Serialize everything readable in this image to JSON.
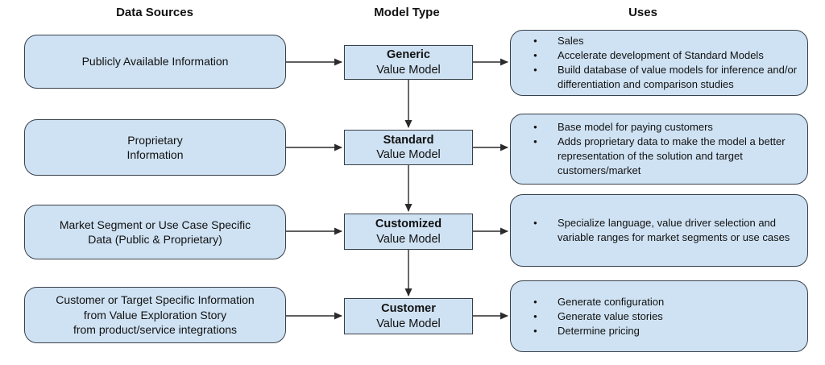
{
  "headers": {
    "data_sources": "Data Sources",
    "model_type": "Model Type",
    "uses": "Uses"
  },
  "bullet_glyph": "●",
  "rows": [
    {
      "source": "Publicly Available Information",
      "model_name": "Generic",
      "model_subtitle": "Value Model",
      "uses": [
        "Sales",
        "Accelerate development of Standard Models",
        "Build database of value models for inference and/or differentiation and comparison studies"
      ]
    },
    {
      "source": "Proprietary\nInformation",
      "model_name": "Standard",
      "model_subtitle": "Value Model",
      "uses": [
        "Base model for paying customers",
        "Adds proprietary data to make the model a better representation of the solution and target customers/market"
      ]
    },
    {
      "source": "Market Segment or Use Case Specific\nData (Public & Proprietary)",
      "model_name": "Customized",
      "model_subtitle": "Value Model",
      "uses": [
        "Specialize language, value driver selection and variable ranges for market segments or use cases"
      ]
    },
    {
      "source": "Customer or Target Specific Information\nfrom Value Exploration Story\nfrom product/service integrations",
      "model_name": "Customer",
      "model_subtitle": "Value Model",
      "uses": [
        "Generate configuration",
        "Generate value stories",
        "Determine pricing"
      ]
    }
  ],
  "colors": {
    "box_fill": "#cfe2f3",
    "box_border": "#37404a",
    "arrow": "#2b2b2b",
    "text": "#111111"
  }
}
